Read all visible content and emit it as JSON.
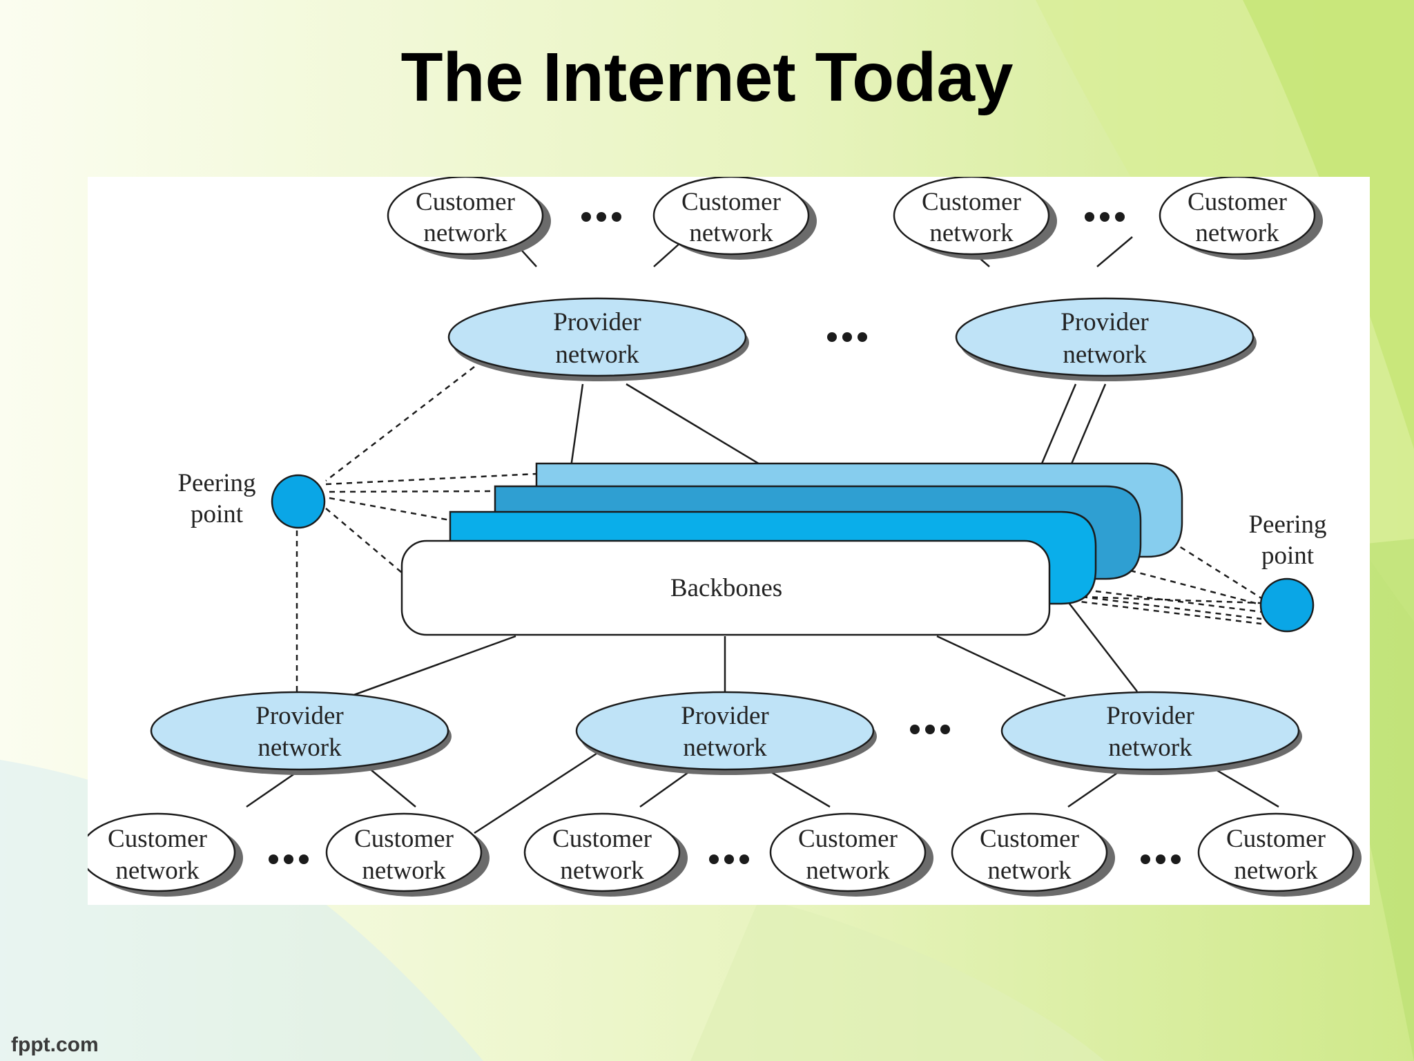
{
  "title": "The Internet Today",
  "footer": "fppt.com",
  "diagram": {
    "backbone_label": "Backbones",
    "customer_line1": "Customer",
    "customer_line2": "network",
    "provider_line1": "Provider",
    "provider_line2": "network",
    "peering_line1": "Peering",
    "peering_line2": "point"
  },
  "colors": {
    "provider_fill": "#bfe3f7",
    "peering_fill": "#0aa6e6",
    "backbone_light": "#86cdee",
    "backbone_mid": "#2f9fd2",
    "backbone_dark": "#0aaeea"
  }
}
